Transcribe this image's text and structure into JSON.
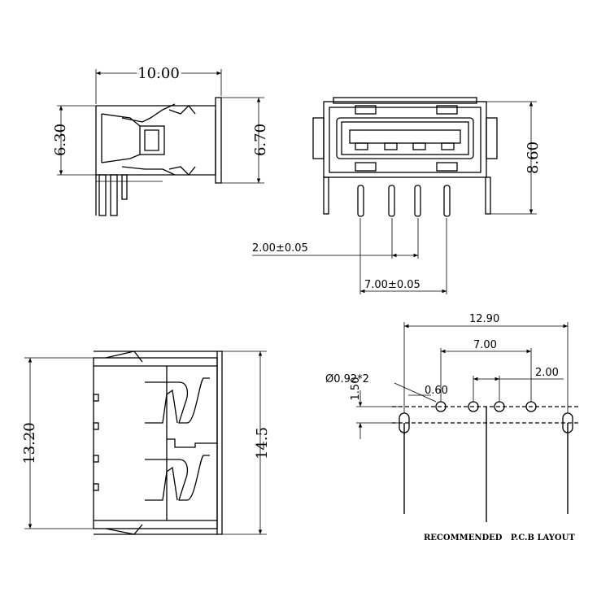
{
  "top_left_view": {
    "width_dim": "10.00",
    "left_height_dim": "6.30",
    "right_height_dim": "6.70"
  },
  "front_view": {
    "height_dim": "8.60",
    "pitch_dim": "2.00±0.05",
    "span_dim": "7.00±0.05"
  },
  "bottom_view": {
    "left_height_dim": "13.20",
    "right_height_dim": "14.5"
  },
  "pcb_layout": {
    "overall_width_dim": "12.90",
    "pin_span_dim": "7.00",
    "pin_pitch_dim": "2.00",
    "hole_callout": "Ø0.92*2",
    "offset_dim": "0.60",
    "vertical_offset_dim": "1.50",
    "caption": "RECOMMENDED   P.C.B LAYOUT"
  }
}
